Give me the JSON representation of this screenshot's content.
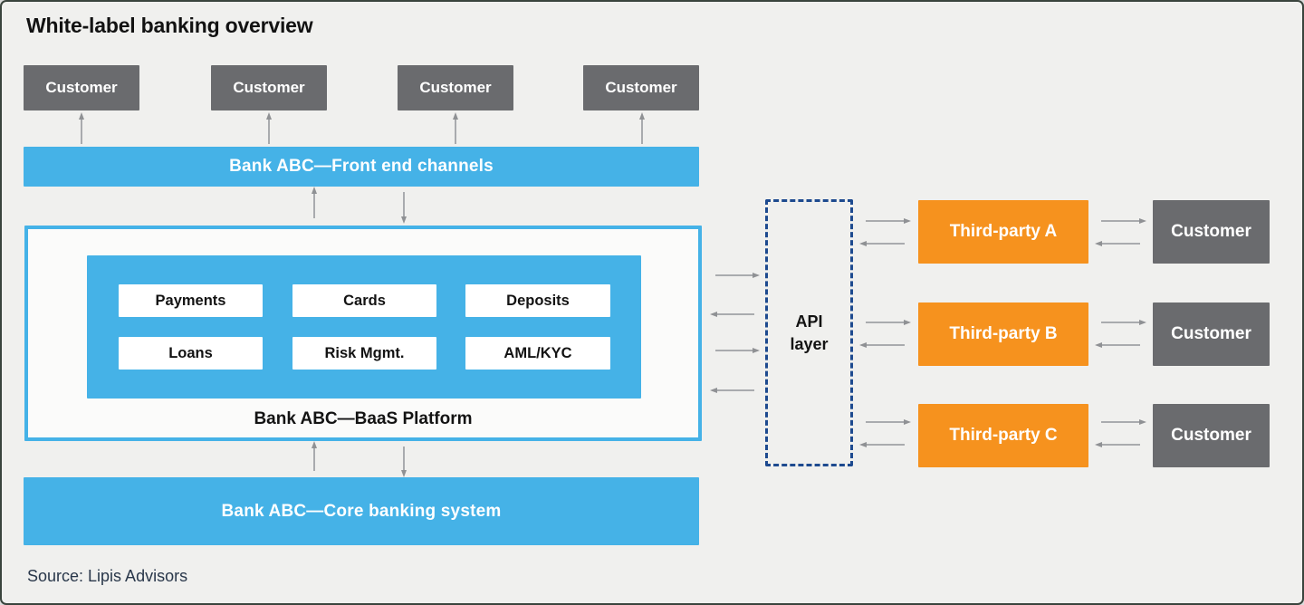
{
  "title": "White-label banking overview",
  "source_note": "Source: Lipis Advisors",
  "palette": {
    "blue": "#45B2E7",
    "gray": "#6A6B6E",
    "orange": "#F6921E",
    "dashed_navy": "#1D4A8F",
    "arrow_gray": "#A9ABAE",
    "background": "#F0F0EE",
    "text_dark": "#131313"
  },
  "top_customers": {
    "labels": [
      "Customer",
      "Customer",
      "Customer",
      "Customer"
    ]
  },
  "front_end_bar": {
    "label": "Bank ABC—Front end channels"
  },
  "baas_platform": {
    "label": "Bank ABC—BaaS Platform",
    "modules": [
      "Payments",
      "Cards",
      "Deposits",
      "Loans",
      "Risk Mgmt.",
      "AML/KYC"
    ]
  },
  "core_banking_bar": {
    "label": "Bank ABC—Core banking system"
  },
  "api_layer": {
    "line1": "API",
    "line2": "layer"
  },
  "third_parties": [
    {
      "label": "Third-party A",
      "customer": "Customer"
    },
    {
      "label": "Third-party B",
      "customer": "Customer"
    },
    {
      "label": "Third-party C",
      "customer": "Customer"
    }
  ]
}
